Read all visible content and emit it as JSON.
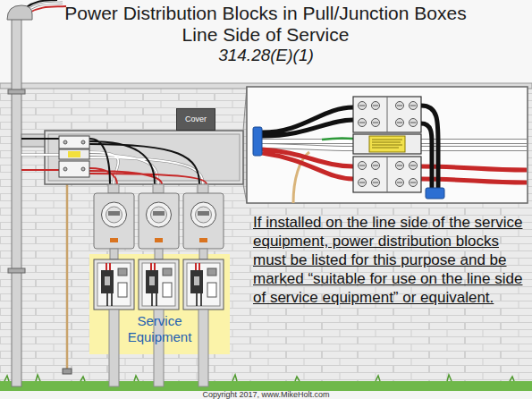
{
  "diagram": {
    "title": "Power Distribution Blocks in Pull/Junction Boxes Line Side of Service",
    "nodes": [
      {
        "text": [
          "Cover"
        ]
      },
      {
        "text": [
          "Service Equipment"
        ]
      }
    ],
    "labels": [
      "314.28(E)(1)",
      "If installed on the line side of the service equipment, power distribution blocks must be listed for this purpose and be marked “suitable for use on the line side of service equipment” or equivalent.",
      "Copyright 2017, www.MikeHolt.com"
    ]
  }
}
